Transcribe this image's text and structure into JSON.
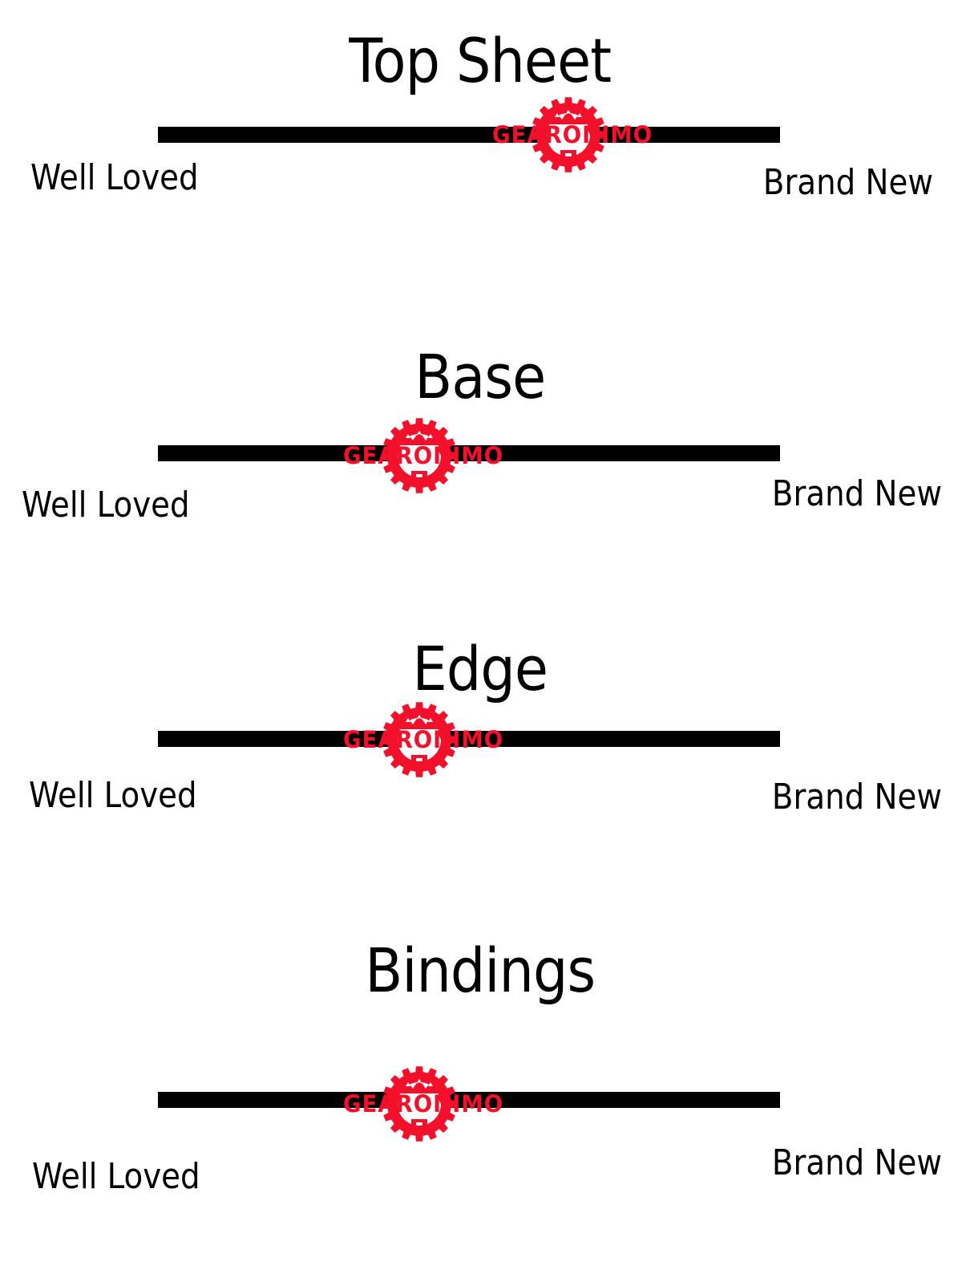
{
  "accent_color": "#f2102a",
  "logo_text": "GEARONIMO",
  "logo_icon": "gear-mountain-logo",
  "scales": [
    {
      "title": "Top Sheet",
      "left_label": "Well Loved",
      "right_label": "Brand New",
      "rating": 0.66
    },
    {
      "title": "Base",
      "left_label": "Well Loved",
      "right_label": "Brand New",
      "rating": 0.42
    },
    {
      "title": "Edge",
      "left_label": "Well Loved",
      "right_label": "Brand New",
      "rating": 0.42
    },
    {
      "title": "Bindings",
      "left_label": "Well Loved",
      "right_label": "Brand New",
      "rating": 0.42
    }
  ]
}
